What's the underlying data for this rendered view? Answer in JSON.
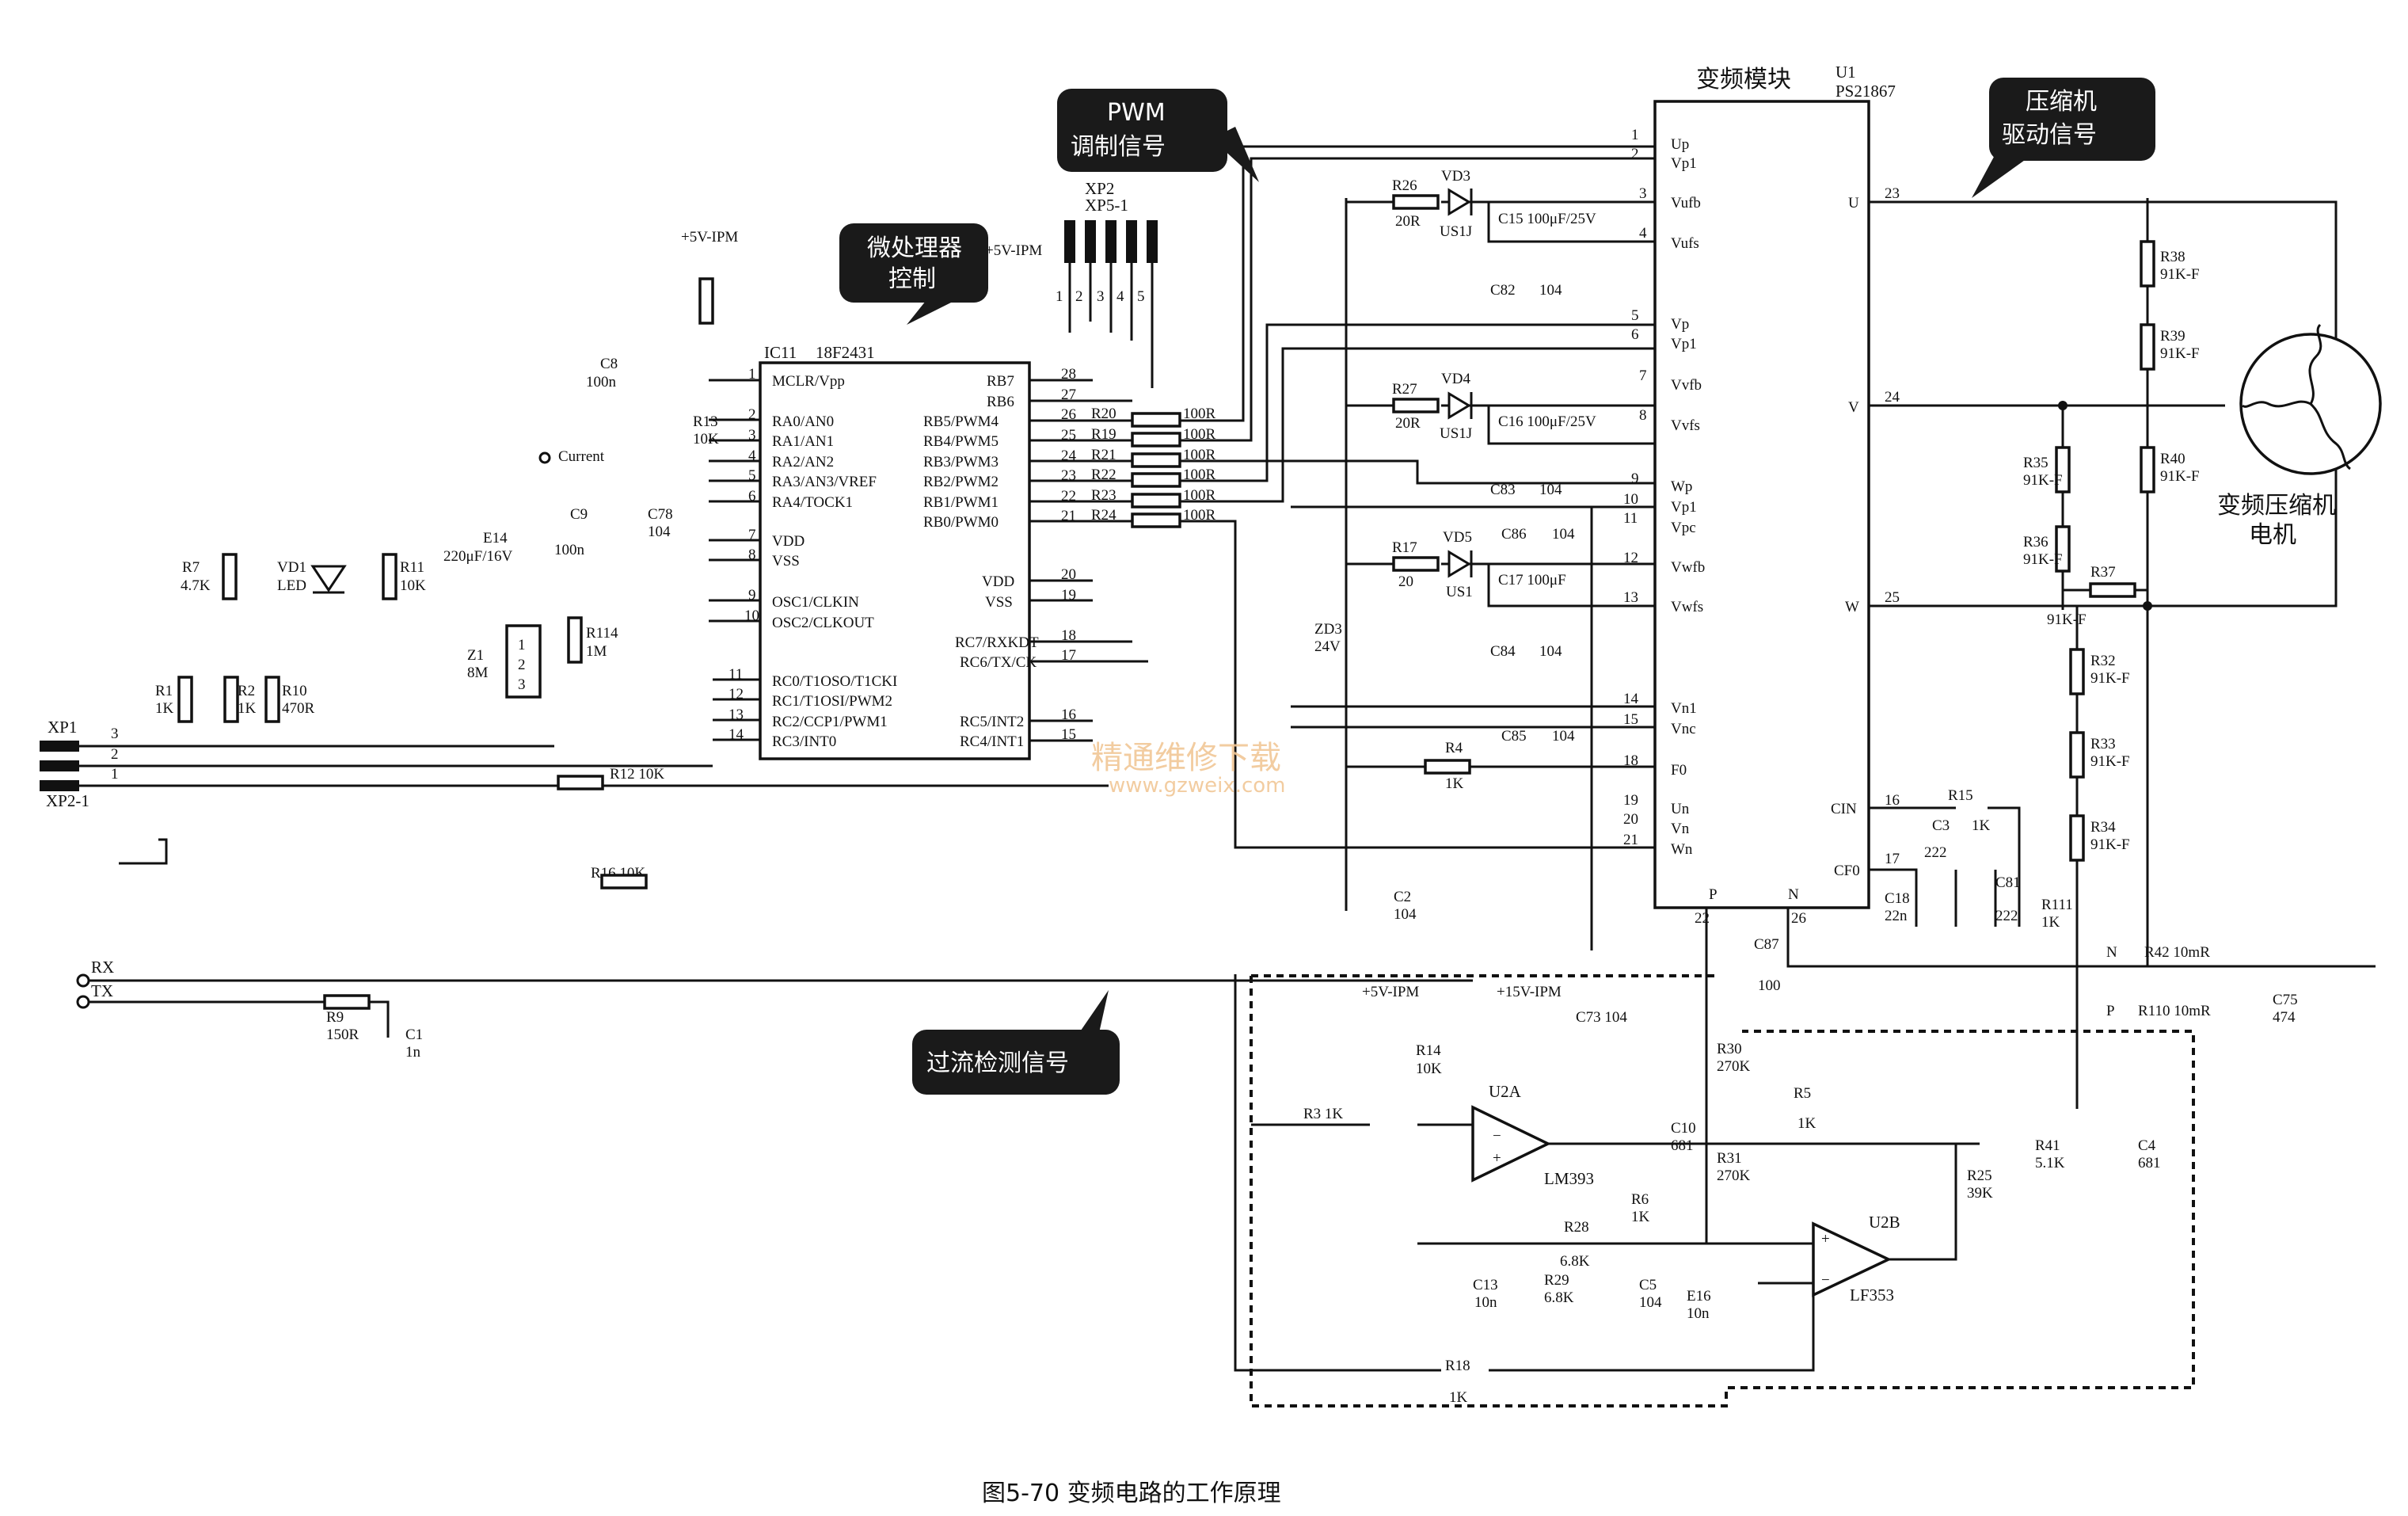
{
  "caption": "图5-70   变频电路的工作原理",
  "callouts": {
    "mcu": [
      "微处理器",
      "控制"
    ],
    "pwm": [
      "PWM",
      "调制信号"
    ],
    "drive": [
      "压缩机",
      "驱动信号"
    ],
    "overcurrent": "过流检测信号"
  },
  "module": {
    "title": "变频模块",
    "ref": "U1",
    "part": "PS21867"
  },
  "motor": {
    "label": [
      "变频压缩机",
      "电机"
    ]
  },
  "watermark": {
    "cn": "精通维修下载",
    "url": "www.gzweix.com"
  },
  "mcu": {
    "ref": "IC11",
    "part": "18F2431"
  },
  "connectors": {
    "xp2": "XP2",
    "xp5": "XP5-1",
    "xp1": "XP1",
    "xp21": "XP2-1",
    "rx": "RX",
    "tx": "TX",
    "current": "Current"
  },
  "power": {
    "v5": "+5V-IPM",
    "v15": "+15V-IPM"
  },
  "opamps": {
    "u2a": "U2A",
    "u2a_part": "LM393",
    "u2b": "U2B",
    "u2b_part": "LF353"
  }
}
